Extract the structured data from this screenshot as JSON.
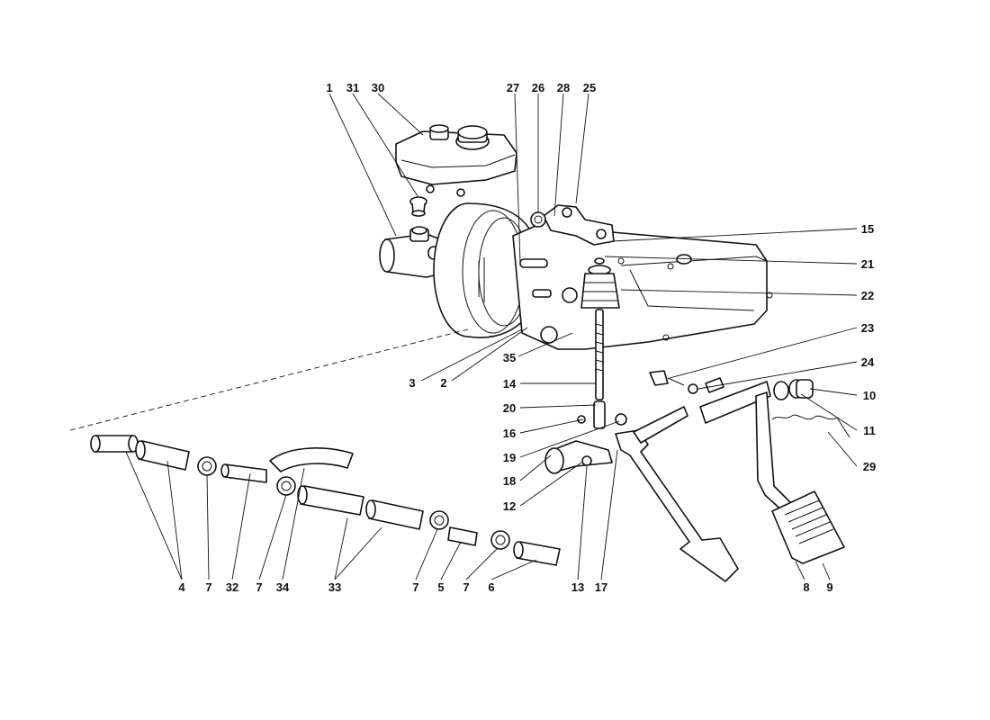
{
  "callouts": [
    {
      "id": "c1",
      "text": "1"
    },
    {
      "id": "c31",
      "text": "31"
    },
    {
      "id": "c30",
      "text": "30"
    },
    {
      "id": "c27",
      "text": "27"
    },
    {
      "id": "c26",
      "text": "26"
    },
    {
      "id": "c28",
      "text": "28"
    },
    {
      "id": "c25",
      "text": "25"
    },
    {
      "id": "c15",
      "text": "15"
    },
    {
      "id": "c21",
      "text": "21"
    },
    {
      "id": "c22",
      "text": "22"
    },
    {
      "id": "c23",
      "text": "23"
    },
    {
      "id": "c24",
      "text": "24"
    },
    {
      "id": "c10",
      "text": "10"
    },
    {
      "id": "c11",
      "text": "11"
    },
    {
      "id": "c29",
      "text": "29"
    },
    {
      "id": "c3",
      "text": "3"
    },
    {
      "id": "c2",
      "text": "2"
    },
    {
      "id": "c35",
      "text": "35"
    },
    {
      "id": "c14",
      "text": "14"
    },
    {
      "id": "c20",
      "text": "20"
    },
    {
      "id": "c16",
      "text": "16"
    },
    {
      "id": "c19",
      "text": "19"
    },
    {
      "id": "c18",
      "text": "18"
    },
    {
      "id": "c12",
      "text": "12"
    },
    {
      "id": "c4",
      "text": "4"
    },
    {
      "id": "c7a",
      "text": "7"
    },
    {
      "id": "c32",
      "text": "32"
    },
    {
      "id": "c7b",
      "text": "7"
    },
    {
      "id": "c34",
      "text": "34"
    },
    {
      "id": "c33",
      "text": "33"
    },
    {
      "id": "c7c",
      "text": "7"
    },
    {
      "id": "c5",
      "text": "5"
    },
    {
      "id": "c7d",
      "text": "7"
    },
    {
      "id": "c6",
      "text": "6"
    },
    {
      "id": "c13",
      "text": "13"
    },
    {
      "id": "c17",
      "text": "17"
    },
    {
      "id": "c8",
      "text": "8"
    },
    {
      "id": "c9",
      "text": "9"
    }
  ]
}
